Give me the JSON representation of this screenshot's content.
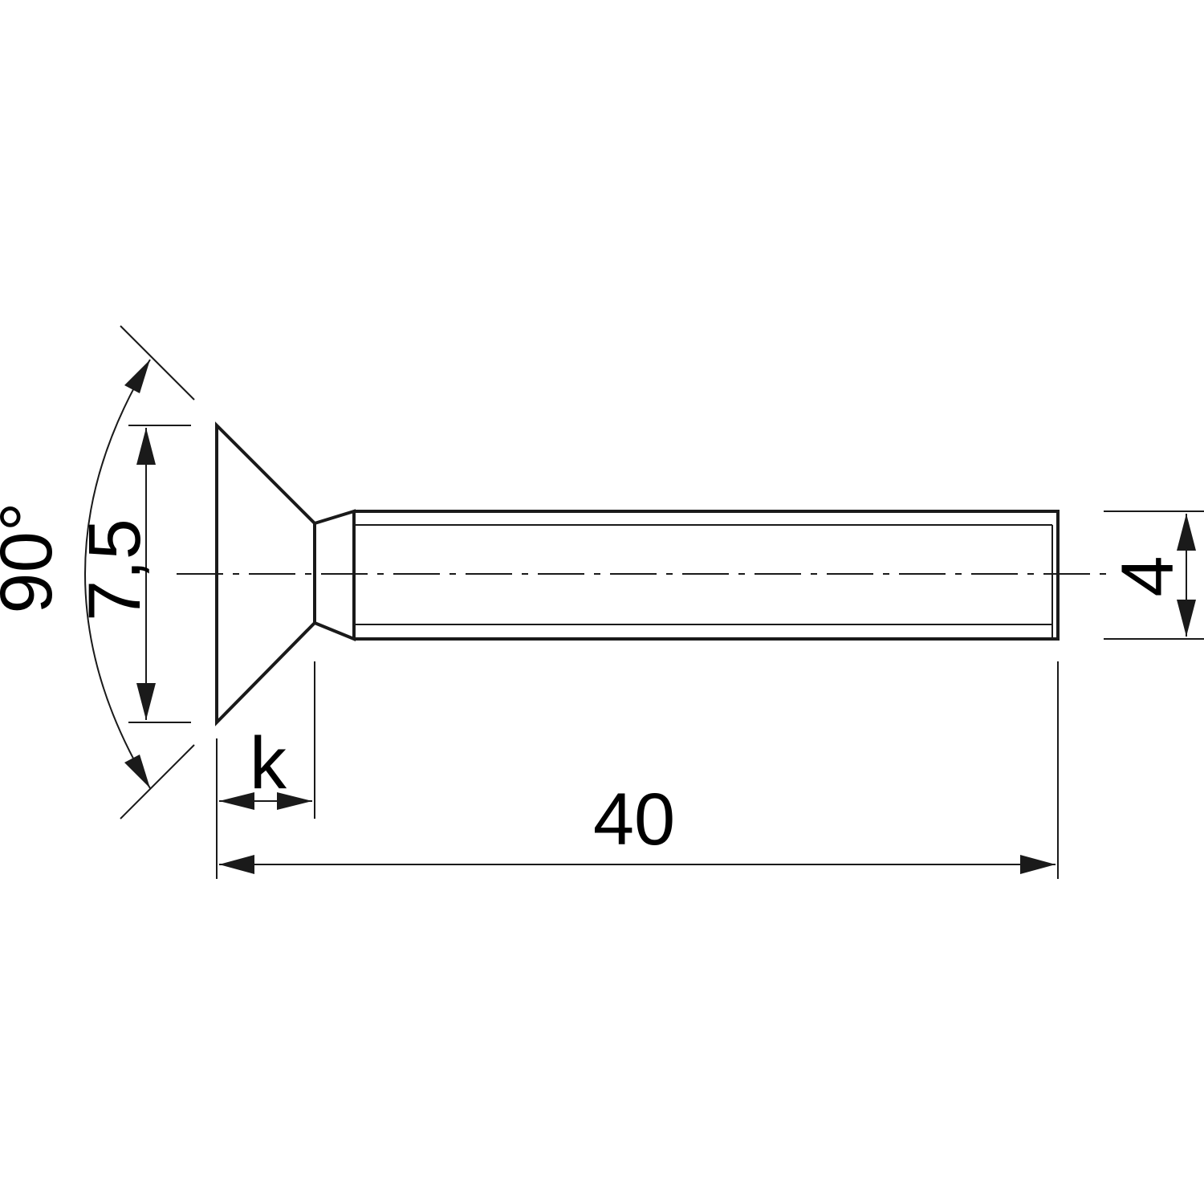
{
  "dimensions": {
    "head_angle": "90°",
    "head_diameter": "7,5",
    "thread_diameter": "4",
    "head_height": "k",
    "length": "40"
  },
  "colors": {
    "line": "#1a1a1a",
    "text": "#000000",
    "background": "#ffffff"
  }
}
